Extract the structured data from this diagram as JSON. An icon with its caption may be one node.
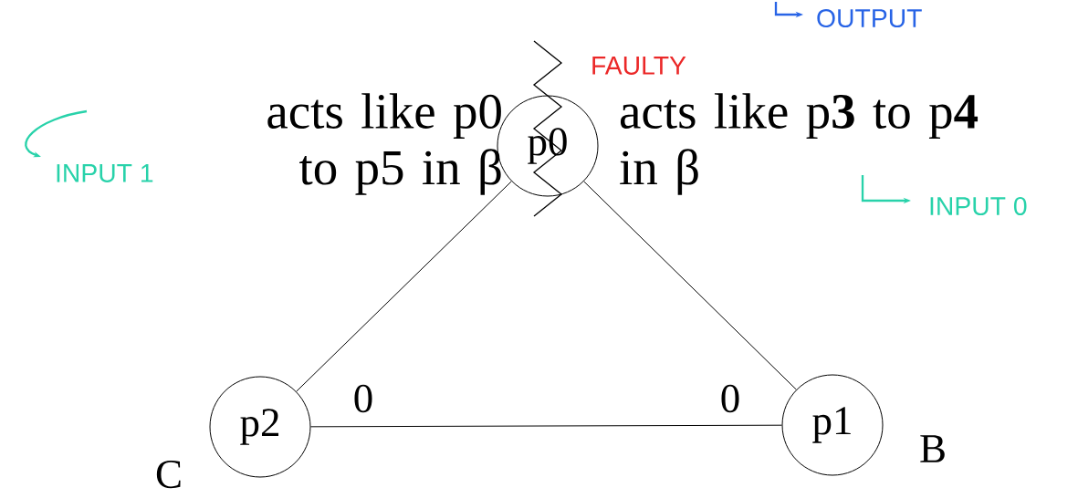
{
  "diagram": {
    "nodes": [
      {
        "text": [
          "p0"
        ]
      },
      {
        "text": [
          "p1"
        ]
      },
      {
        "text": [
          "p2"
        ]
      }
    ],
    "edges": [
      {
        "from": 0,
        "to": 2,
        "arrow": "none"
      },
      {
        "from": 0,
        "to": 1,
        "arrow": "none"
      },
      {
        "from": 2,
        "to": 1,
        "arrow": "none"
      }
    ],
    "labels": [
      "OUTPUT",
      "FAULTY",
      "acts like p0 to p5 in β",
      "acts like p**3** to p**4** in β",
      "INPUT 1",
      "INPUT 0",
      "0",
      "0",
      "C",
      "B"
    ]
  }
}
